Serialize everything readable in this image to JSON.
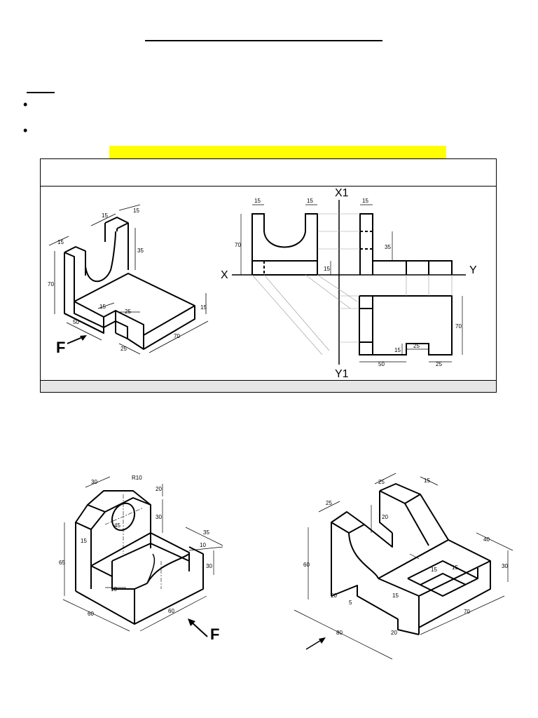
{
  "colors": {
    "highlight": "#ffff00",
    "line": "#000000",
    "construction": "#999999",
    "footer": "#e6e6e6"
  },
  "page": {
    "bullets": [
      "•",
      "•"
    ]
  },
  "example": {
    "iso": {
      "dims": {
        "d15a": "15",
        "d15b": "15",
        "d15c": "15",
        "d35": "35",
        "d70": "70",
        "d15d": "15",
        "d25a": "25",
        "d50": "50",
        "d15e": "15",
        "d25b": "25",
        "d70b": "70"
      },
      "arrow_label": "F"
    },
    "ortho": {
      "labels": {
        "x": "X",
        "y": "Y",
        "x1": "X1",
        "y1": "Y1"
      },
      "dims": {
        "f15a": "15",
        "f15b": "15",
        "f70": "70",
        "f15c": "15",
        "s15": "15",
        "s35": "35",
        "t70": "70",
        "t15": "15",
        "t25a": "25",
        "t50": "50",
        "t25b": "25"
      }
    }
  },
  "exercise1": {
    "dims": {
      "d30": "30",
      "r10": "R10",
      "d20": "20",
      "d30b": "30",
      "d45": "45",
      "d15": "15",
      "d65": "65",
      "d35": "35",
      "d10a": "10",
      "d30c": "30",
      "d10b": "10",
      "d60a": "60",
      "d60b": "60"
    },
    "arrow_label": "F"
  },
  "exercise2": {
    "dims": {
      "d25a": "25",
      "d15a": "15",
      "d25b": "25",
      "d20a": "20",
      "d40": "40",
      "d30": "30",
      "d60": "60",
      "d15b": "15",
      "d15c": "15",
      "d15d": "15",
      "d20b": "20",
      "d5": "5",
      "d80": "80",
      "d20c": "20",
      "d70": "70"
    }
  }
}
